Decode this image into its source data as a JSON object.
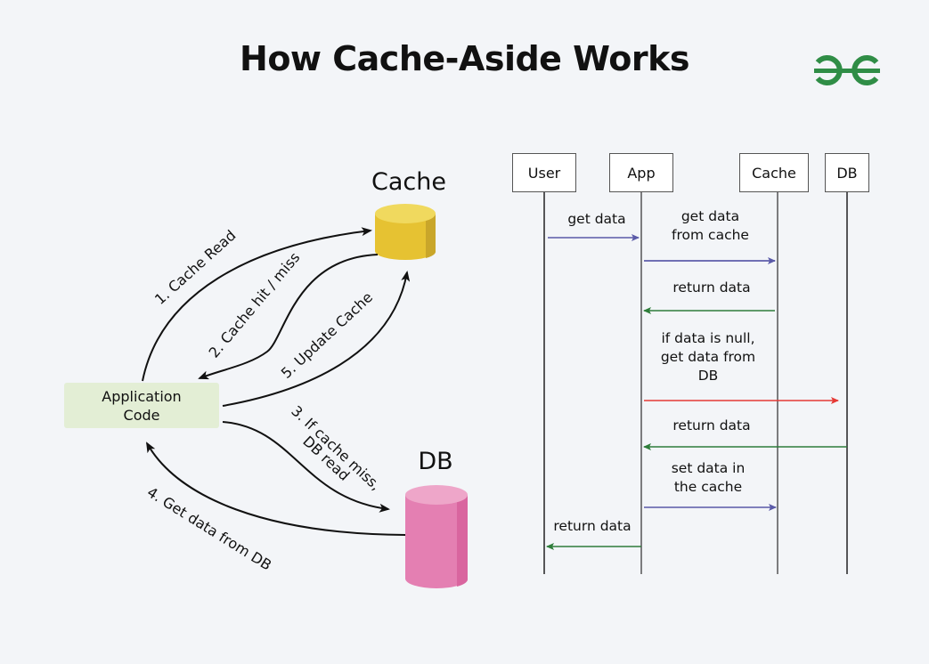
{
  "header": {
    "title": "How Cache-Aside Works",
    "logo": "geeksforgeeks-logo-icon",
    "brand_color": "#2f8d46"
  },
  "flow_diagram": {
    "nodes": {
      "app": {
        "line1": "Application",
        "line2": "Code",
        "color": "#e3eed5"
      },
      "cache": {
        "label": "Cache",
        "color": "#e8c73a"
      },
      "db": {
        "label": "DB",
        "color": "#e57fb3"
      }
    },
    "steps": [
      {
        "id": 1,
        "label": "1. Cache Read"
      },
      {
        "id": 2,
        "label": "2. Cache hit / miss"
      },
      {
        "id": 3,
        "line1": "3. If cache miss,",
        "line2": "DB read"
      },
      {
        "id": 4,
        "label": "4. Get data from DB"
      },
      {
        "id": 5,
        "label": "5. Update Cache"
      }
    ]
  },
  "sequence_diagram": {
    "actors": [
      "User",
      "App",
      "Cache",
      "DB"
    ],
    "colors": {
      "request": "#5a5aa8",
      "response": "#2e7d3a",
      "db_request": "#e53935"
    },
    "messages": [
      {
        "from": "User",
        "to": "App",
        "lines": [
          "get data"
        ]
      },
      {
        "from": "App",
        "to": "Cache",
        "lines": [
          "get data",
          "from cache"
        ]
      },
      {
        "from": "Cache",
        "to": "App",
        "lines": [
          "return data"
        ]
      },
      {
        "from": "App",
        "to": "DB",
        "lines": [
          "if data is null,",
          "get data from",
          "DB"
        ]
      },
      {
        "from": "DB",
        "to": "App",
        "lines": [
          "return data"
        ]
      },
      {
        "from": "App",
        "to": "Cache",
        "lines": [
          "set data in",
          "the cache"
        ]
      },
      {
        "from": "App",
        "to": "User",
        "lines": [
          "return data"
        ]
      }
    ]
  }
}
